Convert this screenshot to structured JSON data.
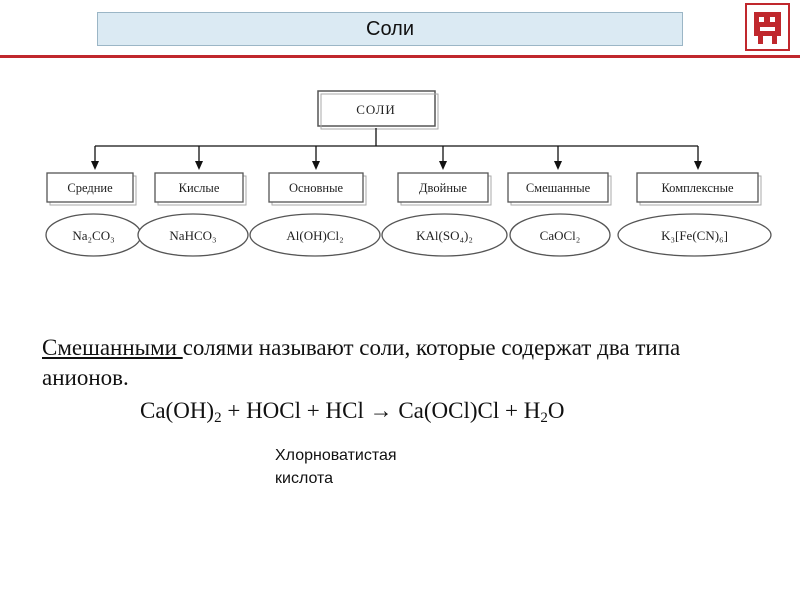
{
  "header": {
    "title": "Соли"
  },
  "diagram": {
    "root": "СОЛИ",
    "categories": [
      {
        "name": "Средние",
        "example": "Na₂CO₃"
      },
      {
        "name": "Кислые",
        "example": "NaHCO₃"
      },
      {
        "name": "Основные",
        "example": "Al(OH)Cl₂"
      },
      {
        "name": "Двойные",
        "example": "KAl(SO₄)₂"
      },
      {
        "name": "Смешанные",
        "example": "CaOCl₂"
      },
      {
        "name": "Комплексные",
        "example": "K₃[Fe(CN)₆]"
      }
    ]
  },
  "definition": {
    "term": "Смешанными ",
    "rest": "солями называют соли, которые содержат два типа анионов."
  },
  "equation": {
    "parts": [
      "Ca(OH)",
      "2",
      " + HOCl + HCl → Ca(OCl)Cl + H",
      "2",
      "O"
    ]
  },
  "note": {
    "line1": "Хлорноватистая",
    "line2": "кислота"
  },
  "colors": {
    "accent": "#c0282d",
    "title_bg": "#dbeaf3"
  }
}
